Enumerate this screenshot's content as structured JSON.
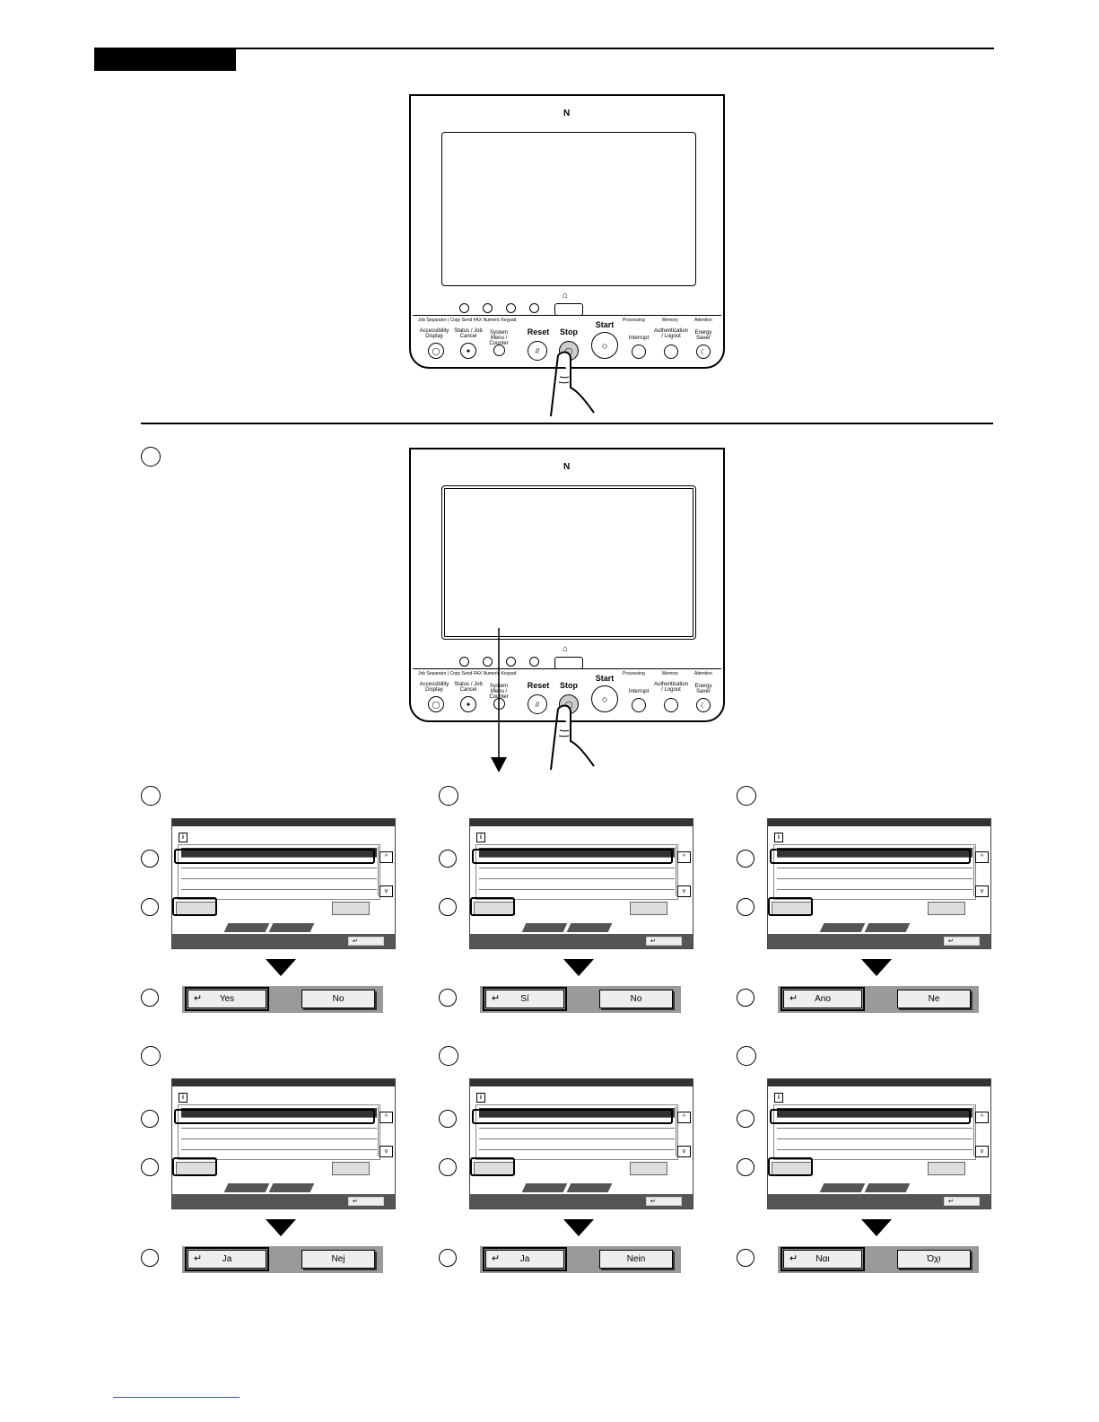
{
  "panel": {
    "nfc_mark": "N",
    "led_labels": [
      "Job Separator",
      "Copy",
      "Send",
      "FAX",
      "Numeric Keypad",
      "Processing",
      "Memory",
      "Attention"
    ],
    "accessibility": "Accessibility Display",
    "status": "Status / Job Cancel",
    "system_menu": "System Menu / Counter",
    "reset": "Reset",
    "stop": "Stop",
    "start": "Start",
    "interrupt": "Interrupt",
    "auth": "Authentication / Logout",
    "energy": "Energy Saver"
  },
  "icons": {
    "info": "i",
    "enter": "↵",
    "home": "⌂",
    "up": "^",
    "down": "v"
  },
  "dialogs": [
    {
      "yes": "Yes",
      "no": "No"
    },
    {
      "yes": "Sí",
      "no": "No"
    },
    {
      "yes": "Ano",
      "no": "Ne"
    },
    {
      "yes": "Ja",
      "no": "Nej"
    },
    {
      "yes": "Ja",
      "no": "Nein"
    },
    {
      "yes": "Nαι",
      "no": "Όχι"
    }
  ]
}
